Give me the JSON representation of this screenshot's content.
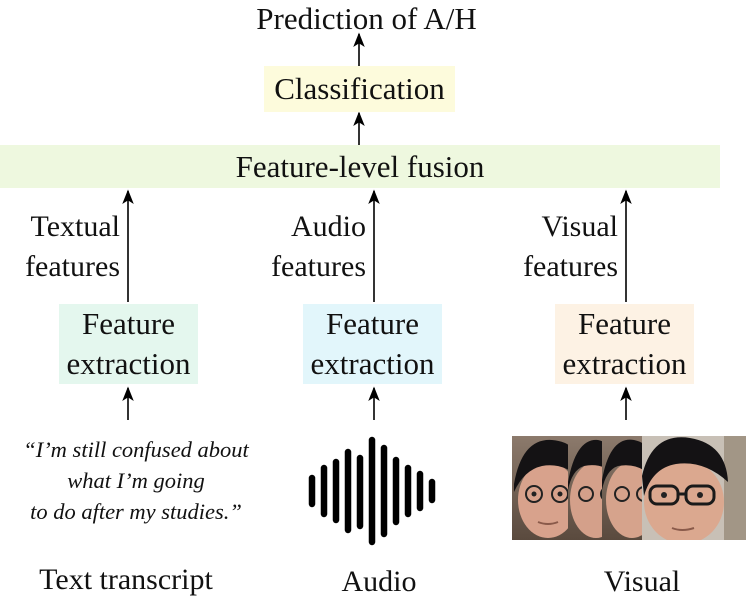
{
  "colors": {
    "classification_bg": "#fdfbdc",
    "fusion_bg": "#eef8df",
    "text_box_bg": "#e4f7ee",
    "audio_box_bg": "#e2f6fb",
    "visual_box_bg": "#fdf2e4",
    "arrow": "#000000"
  },
  "prediction": "Prediction of A/H",
  "classification": "Classification",
  "fusion": "Feature-level fusion",
  "columns": {
    "text": {
      "features_line1": "Textual",
      "features_line2": "features",
      "box_line1": "Feature",
      "box_line2": "extraction",
      "quote_line1": "“I’m still confused about",
      "quote_line2": "what I’m going",
      "quote_line3": "to do after my studies.”",
      "label": "Text transcript"
    },
    "audio": {
      "features_line1": "Audio",
      "features_line2": "features",
      "box_line1": "Feature",
      "box_line2": "extraction",
      "icon": "waveform-icon",
      "label": "Audio"
    },
    "visual": {
      "features_line1": "Visual",
      "features_line2": "features",
      "box_line1": "Feature",
      "box_line2": "extraction",
      "icon": "face-video-frames",
      "label": "Visual"
    }
  }
}
